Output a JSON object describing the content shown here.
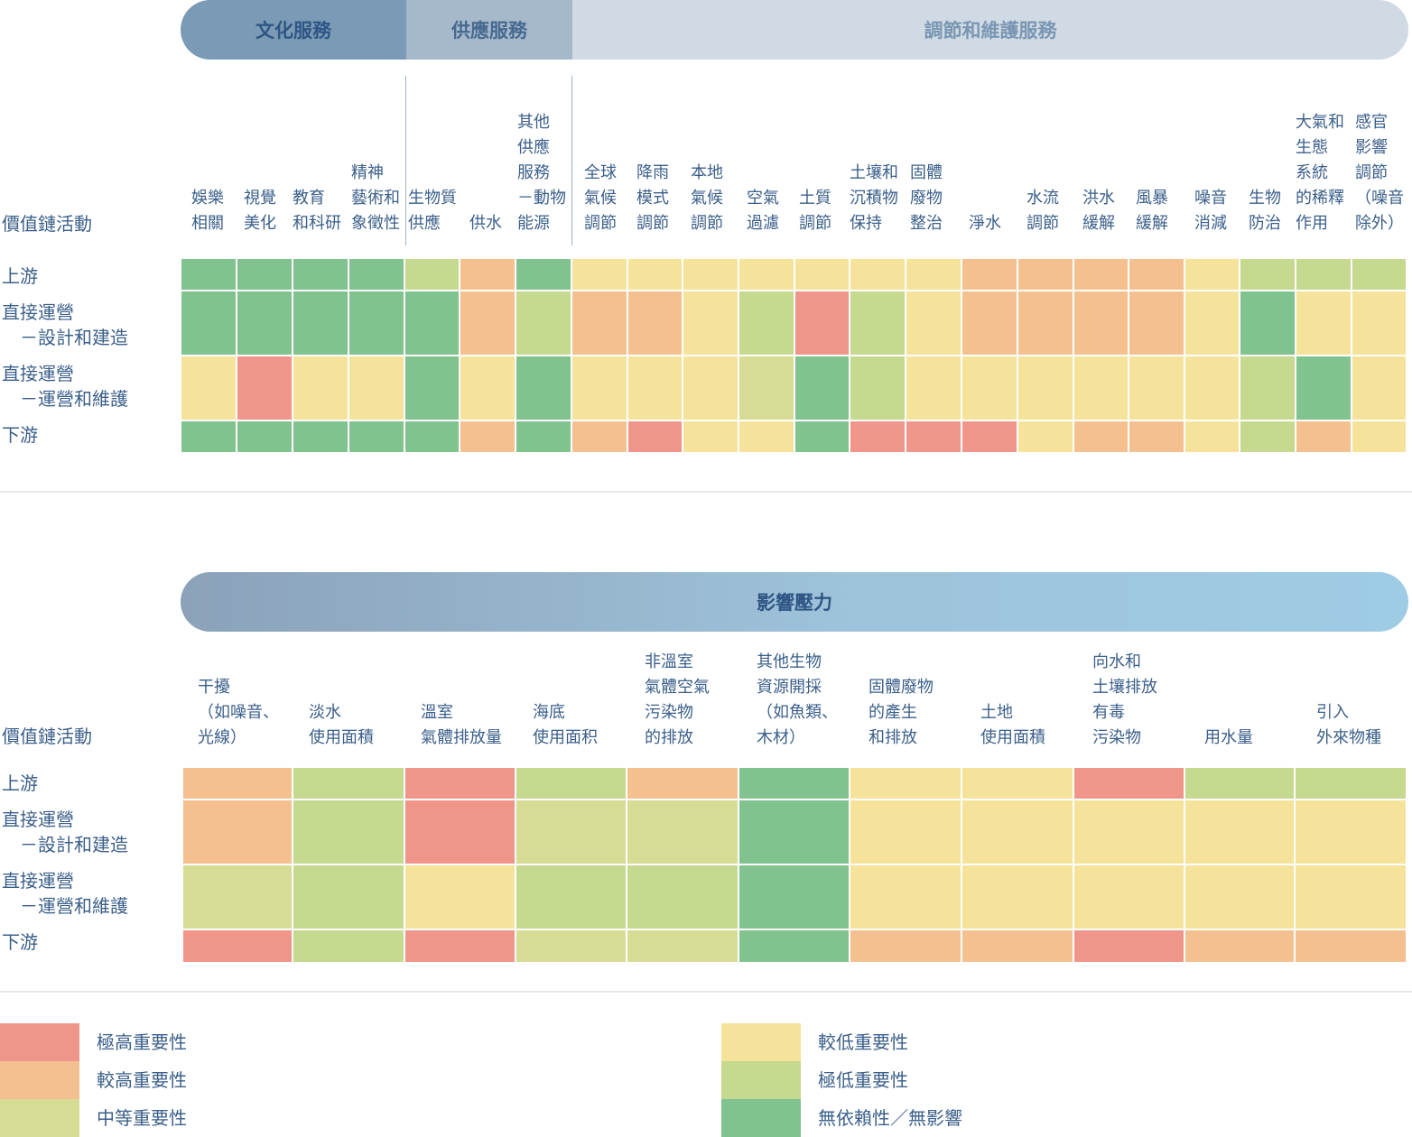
{
  "colors": {
    "very_high": "#f0958a",
    "high": "#f5c08f",
    "medium": "#d6dc94",
    "low": "#f6e39b",
    "very_low": "#c5d98f",
    "none": "#80c38e"
  },
  "top": {
    "groups": [
      "文化服務",
      "供應服務",
      "調節和維護服務"
    ],
    "row_header": "價值鏈活動",
    "columns": [
      "娛樂\n相關",
      "視覺\n美化",
      "教育\n和科研",
      "精神\n藝術和\n象徵性",
      "生物質\n供應",
      "供水",
      "其他\n供應\n服務\n－動物\n能源",
      "全球\n氣候\n調節",
      "降雨\n模式\n調節",
      "本地\n氣候\n調節",
      "空氣\n過濾",
      "土質\n調節",
      "土壤和\n沉積物\n保持",
      "固體\n廢物\n整治",
      "淨水",
      "水流\n調節",
      "洪水\n緩解",
      "風暴\n緩解",
      "噪音\n消減",
      "生物\n防治",
      "大氣和\n生態\n系統\n的稀釋\n作用",
      "感官\n影響\n調節\n（噪音\n除外）"
    ],
    "rows": [
      "上游",
      "直接運營\n　－設計和建造",
      "直接運營\n　－運營和維護",
      "下游"
    ]
  },
  "bottom": {
    "group": "影響壓力",
    "row_header": "價值鏈活動",
    "columns": [
      "干擾\n（如噪音、\n光線）",
      "淡水\n使用面積",
      "溫室\n氣體排放量",
      "海底\n使用面积",
      "非溫室\n氣體空氣\n污染物\n的排放",
      "其他生物\n資源開採\n（如魚類、\n木材）",
      "固體廢物\n的產生\n和排放",
      "土地\n使用面積",
      "向水和\n土壤排放\n有毒\n污染物",
      "用水量",
      "引入\n外來物種"
    ],
    "rows": [
      "上游",
      "直接運營\n　－設計和建造",
      "直接運營\n　－運營和維護",
      "下游"
    ]
  },
  "chart_data": [
    {
      "type": "heatmap",
      "title": "",
      "categories_x": [
        "娛樂相關",
        "視覺美化",
        "教育和科研",
        "精神藝術和象徵性",
        "生物質供應",
        "供水",
        "其他供應服務－動物能源",
        "全球氣候調節",
        "降雨模式調節",
        "本地氣候調節",
        "空氣過濾",
        "土質調節",
        "土壤和沉積物保持",
        "固體廢物整治",
        "淨水",
        "水流調節",
        "洪水緩解",
        "風暴緩解",
        "噪音消減",
        "生物防治",
        "大氣和生態系統的稀釋作用",
        "感官影響調節（噪音除外）"
      ],
      "categories_y": [
        "上游",
        "直接運營－設計和建造",
        "直接運營－運營和維護",
        "下游"
      ],
      "level_scale": [
        "極高重要性",
        "較高重要性",
        "中等重要性",
        "較低重要性",
        "極低重要性",
        "無依賴性／無影響"
      ],
      "values": [
        [
          "none",
          "none",
          "none",
          "none",
          "very_low",
          "high",
          "none",
          "low",
          "low",
          "low",
          "low",
          "low",
          "low",
          "low",
          "high",
          "high",
          "high",
          "high",
          "low",
          "very_low",
          "very_low",
          "very_low"
        ],
        [
          "none",
          "none",
          "none",
          "none",
          "none",
          "high",
          "very_low",
          "high",
          "high",
          "low",
          "very_low",
          "very_high",
          "very_low",
          "low",
          "high",
          "high",
          "high",
          "high",
          "low",
          "none",
          "low",
          "low"
        ],
        [
          "low",
          "very_high",
          "low",
          "low",
          "none",
          "low",
          "none",
          "low",
          "low",
          "low",
          "medium",
          "none",
          "very_low",
          "low",
          "low",
          "low",
          "low",
          "low",
          "low",
          "very_low",
          "none",
          "low"
        ],
        [
          "none",
          "none",
          "none",
          "none",
          "none",
          "high",
          "none",
          "high",
          "very_high",
          "low",
          "low",
          "none",
          "very_high",
          "very_high",
          "very_high",
          "low",
          "high",
          "high",
          "low",
          "very_low",
          "high",
          "low"
        ]
      ]
    },
    {
      "type": "heatmap",
      "title": "影響壓力",
      "categories_x": [
        "干擾（如噪音、光線）",
        "淡水使用面積",
        "溫室氣體排放量",
        "海底使用面积",
        "非溫室氣體空氣污染物的排放",
        "其他生物資源開採（如魚類、木材）",
        "固體廢物的產生和排放",
        "土地使用面積",
        "向水和土壤排放有毒污染物",
        "用水量",
        "引入外來物種"
      ],
      "categories_y": [
        "上游",
        "直接運營－設計和建造",
        "直接運營－運營和維護",
        "下游"
      ],
      "level_scale": [
        "極高重要性",
        "較高重要性",
        "中等重要性",
        "較低重要性",
        "極低重要性",
        "無依賴性／無影響"
      ],
      "values": [
        [
          "high",
          "very_low",
          "very_high",
          "very_low",
          "high",
          "none",
          "low",
          "low",
          "very_high",
          "very_low",
          "very_low"
        ],
        [
          "high",
          "very_low",
          "very_high",
          "medium",
          "medium",
          "none",
          "low",
          "low",
          "low",
          "low",
          "low"
        ],
        [
          "medium",
          "very_low",
          "low",
          "very_low",
          "very_low",
          "none",
          "low",
          "low",
          "low",
          "low",
          "low"
        ],
        [
          "very_high",
          "very_low",
          "very_high",
          "medium",
          "medium",
          "none",
          "high",
          "high",
          "very_high",
          "high",
          "high"
        ]
      ]
    }
  ],
  "legend": [
    {
      "level": "very_high",
      "label": "極高重要性"
    },
    {
      "level": "high",
      "label": "較高重要性"
    },
    {
      "level": "medium",
      "label": "中等重要性"
    },
    {
      "level": "low",
      "label": "較低重要性"
    },
    {
      "level": "very_low",
      "label": "極低重要性"
    },
    {
      "level": "none",
      "label": "無依賴性／無影響"
    }
  ]
}
